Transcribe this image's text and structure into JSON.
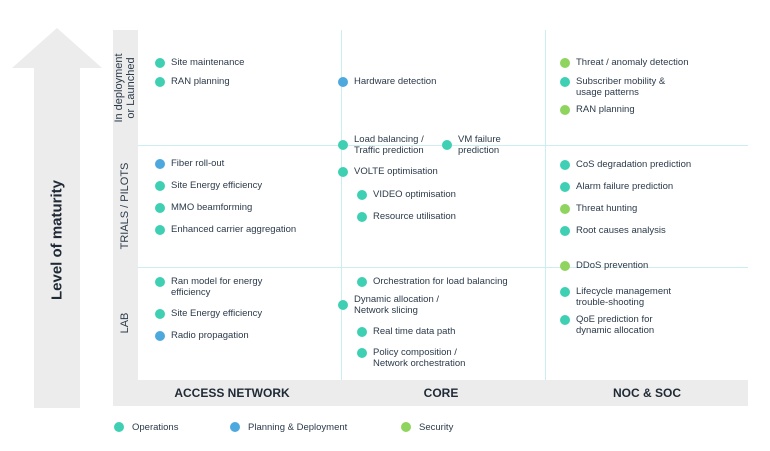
{
  "y_axis": {
    "label": "Level of maturity"
  },
  "rows": [
    {
      "label": "In deployment\nor Launched"
    },
    {
      "label": "TRIALS / PILOTS"
    },
    {
      "label": "LAB"
    }
  ],
  "columns": [
    {
      "label": "ACCESS NETWORK"
    },
    {
      "label": "CORE"
    },
    {
      "label": "NOC & SOC"
    }
  ],
  "colors": {
    "operations": "#3fd0b4",
    "planning": "#4da9dd",
    "security": "#8fd45e",
    "arrow": "#ececec",
    "grid": "#cdeef0"
  },
  "legend": [
    {
      "label": "Operations",
      "category": "operations"
    },
    {
      "label": "Planning & Deployment",
      "category": "planning"
    },
    {
      "label": "Security",
      "category": "security"
    }
  ],
  "items": [
    {
      "text": "Site maintenance",
      "category": "operations"
    },
    {
      "text": "RAN planning",
      "category": "operations"
    },
    {
      "text": "Hardware detection",
      "category": "planning"
    },
    {
      "text": "Threat / anomaly detection",
      "category": "security"
    },
    {
      "text": "Subscriber mobility &\nusage patterns",
      "category": "operations"
    },
    {
      "text": "RAN planning",
      "category": "security"
    },
    {
      "text": "Load balancing /\nTraffic prediction",
      "category": "operations"
    },
    {
      "text": "VM failure\nprediction",
      "category": "operations"
    },
    {
      "text": "Fiber roll-out",
      "category": "planning"
    },
    {
      "text": "Site Energy efficiency",
      "category": "operations"
    },
    {
      "text": "MMO beamforming",
      "category": "operations"
    },
    {
      "text": "Enhanced carrier aggregation",
      "category": "operations"
    },
    {
      "text": "VOLTE optimisation",
      "category": "operations"
    },
    {
      "text": "VIDEO optimisation",
      "category": "operations"
    },
    {
      "text": "Resource utilisation",
      "category": "operations"
    },
    {
      "text": "CoS degradation prediction",
      "category": "operations"
    },
    {
      "text": "Alarm failure prediction",
      "category": "operations"
    },
    {
      "text": "Threat hunting",
      "category": "security"
    },
    {
      "text": "Root causes analysis",
      "category": "operations"
    },
    {
      "text": "DDoS prevention",
      "category": "security"
    },
    {
      "text": "Ran model for energy\nefficiency",
      "category": "operations"
    },
    {
      "text": "Site Energy efficiency",
      "category": "operations"
    },
    {
      "text": "Radio propagation",
      "category": "planning"
    },
    {
      "text": "Orchestration for load balancing",
      "category": "operations"
    },
    {
      "text": "Dynamic allocation /\nNetwork slicing",
      "category": "operations"
    },
    {
      "text": "Real time data path",
      "category": "operations"
    },
    {
      "text": "Policy composition /\nNetwork orchestration",
      "category": "operations"
    },
    {
      "text": "Lifecycle management\ntrouble-shooting",
      "category": "operations"
    },
    {
      "text": "QoE prediction for\ndynamic allocation",
      "category": "operations"
    }
  ]
}
